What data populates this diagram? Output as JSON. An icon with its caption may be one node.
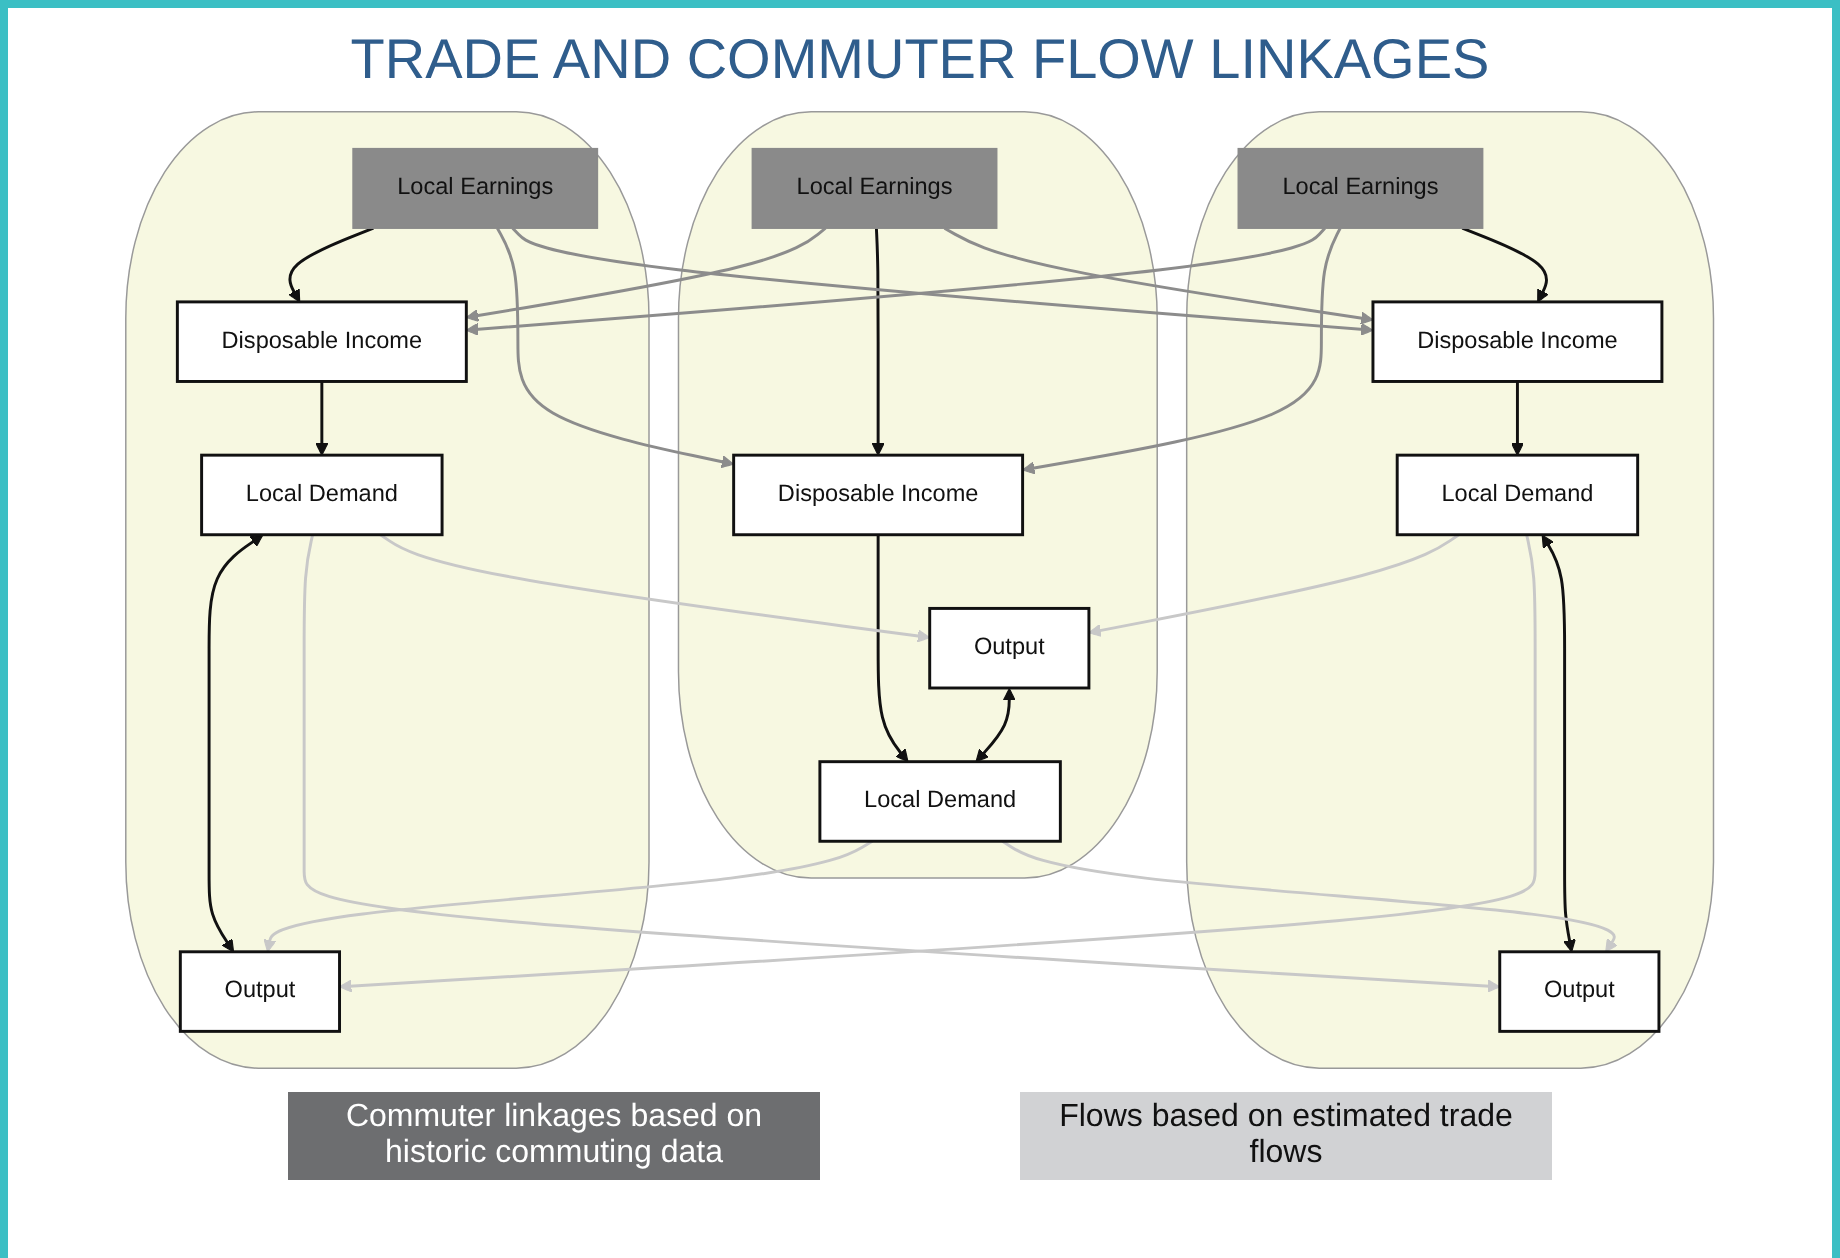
{
  "diagram": {
    "title": "TRADE AND COMMUTER FLOW LINKAGES",
    "nodes": [
      {
        "text": [],
        "shape": "ellipse"
      },
      {
        "text": [
          "Disposable Income"
        ],
        "in": 0
      },
      {
        "text": [
          "Local Earnings"
        ],
        "in": 0
      },
      {
        "text": [
          "Local Demand"
        ],
        "in": 0
      },
      {
        "text": [
          "Output"
        ],
        "in": 0
      },
      {
        "text": [],
        "shape": "ellipse"
      },
      {
        "text": [
          "Local Earnings"
        ],
        "in": 5
      },
      {
        "text": [
          "Disposable Income"
        ],
        "in": 5
      },
      {
        "text": [
          "Output"
        ],
        "in": 5
      },
      {
        "text": [
          "Local Demand"
        ],
        "in": 5
      },
      {
        "text": [],
        "shape": "ellipse"
      },
      {
        "text": [
          "Disposable Income"
        ],
        "in": 10
      },
      {
        "text": [
          "Local Earnings"
        ],
        "in": 10
      },
      {
        "text": [
          "Local Demand"
        ],
        "in": 10
      },
      {
        "text": [
          "Output"
        ],
        "in": 10
      }
    ],
    "edges": [
      {
        "from": 2,
        "to": 1,
        "arrow": "to"
      },
      {
        "from": 1,
        "to": 3,
        "arrow": "to"
      },
      {
        "from": 3,
        "to": 4,
        "arrow": "both"
      },
      {
        "from": 6,
        "to": 7,
        "arrow": "to"
      },
      {
        "from": 7,
        "to": 9,
        "arrow": "to"
      },
      {
        "from": 8,
        "to": 9,
        "arrow": "both"
      },
      {
        "from": 12,
        "to": 11,
        "arrow": "to"
      },
      {
        "from": 11,
        "to": 13,
        "arrow": "to"
      },
      {
        "from": 13,
        "to": 14,
        "arrow": "both"
      },
      {
        "from": 6,
        "to": 1,
        "arrow": "to",
        "color": "#8c8c8c"
      },
      {
        "from": 6,
        "to": 11,
        "arrow": "to",
        "color": "#8c8c8c"
      },
      {
        "from": 2,
        "to": 7,
        "arrow": "to",
        "color": "#8c8c8c"
      },
      {
        "from": 12,
        "to": 7,
        "arrow": "to",
        "color": "#8c8c8c"
      },
      {
        "from": 2,
        "to": 11,
        "arrow": "to",
        "color": "#8c8c8c"
      },
      {
        "from": 12,
        "to": 1,
        "arrow": "to",
        "color": "#8c8c8c"
      },
      {
        "from": 3,
        "to": 8,
        "arrow": "to",
        "color": "#c8c8c8"
      },
      {
        "from": 13,
        "to": 8,
        "arrow": "to",
        "color": "#c8c8c8"
      },
      {
        "from": 9,
        "to": 4,
        "arrow": "to",
        "color": "#c8c8c8"
      },
      {
        "from": 9,
        "to": 14,
        "arrow": "to",
        "color": "#c8c8c8"
      },
      {
        "from": 3,
        "to": 14,
        "arrow": "to",
        "color": "#c8c8c8"
      },
      {
        "from": 13,
        "to": 4,
        "arrow": "to",
        "color": "#c8c8c8"
      }
    ],
    "legend": [
      {
        "text": "Commuter linkages based on historic commuting data",
        "color": "#6d6e70"
      },
      {
        "text": "Flows based on estimated trade flows",
        "color": "#d1d2d4"
      }
    ]
  }
}
